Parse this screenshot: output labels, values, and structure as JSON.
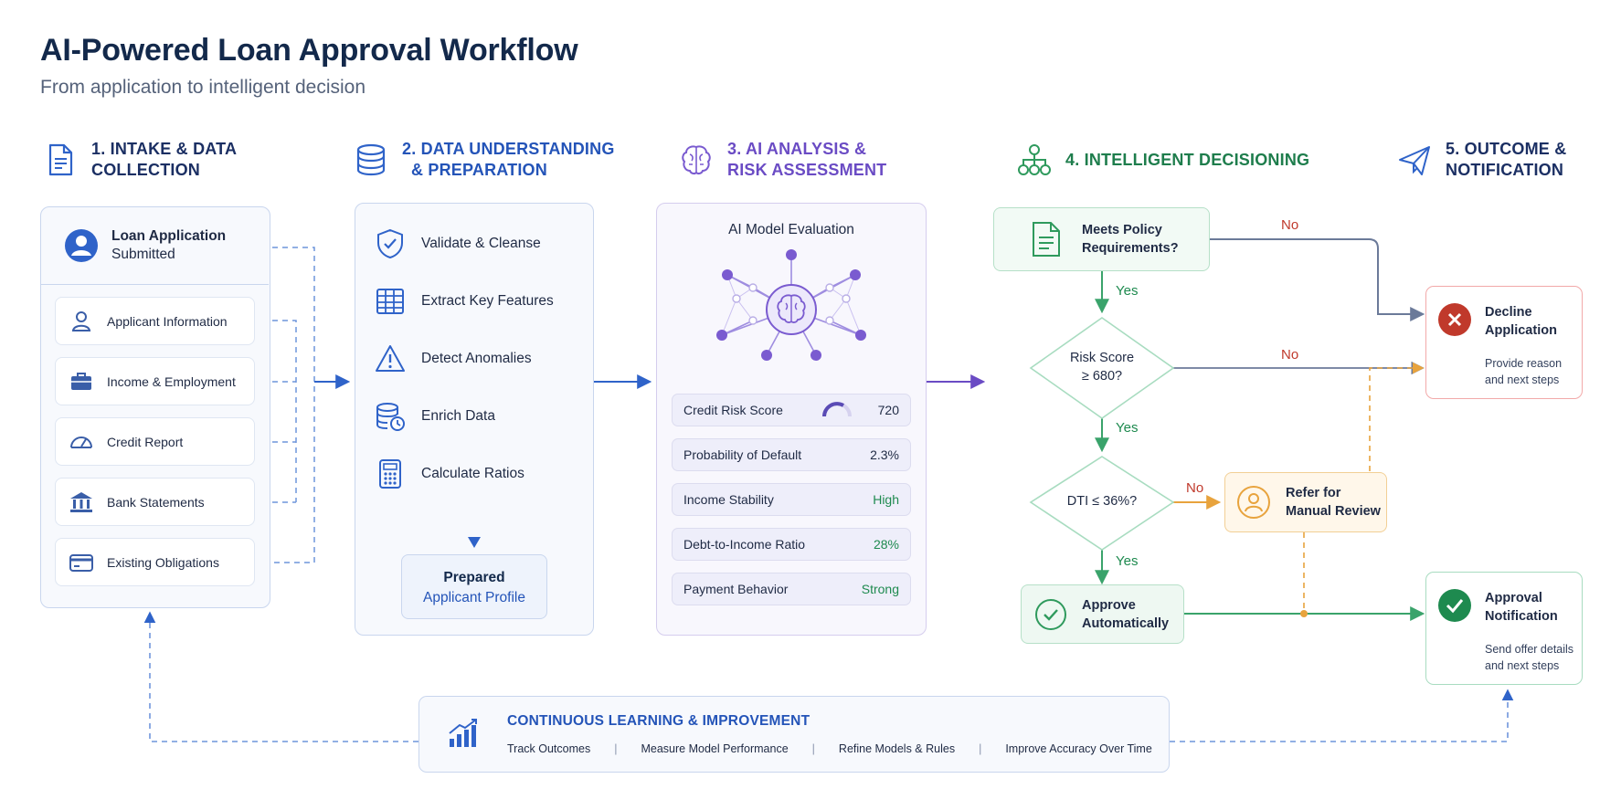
{
  "header": {
    "title": "AI-Powered Loan Approval Workflow",
    "subtitle": "From application to intelligent decision"
  },
  "stages": {
    "s1": {
      "line1": "1. INTAKE & DATA",
      "line2": "COLLECTION",
      "icon": "document-icon"
    },
    "s2": {
      "line1": "2. DATA UNDERSTANDING",
      "line2": "& PREPARATION",
      "icon": "database-icon"
    },
    "s3": {
      "line1": "3. AI ANALYSIS &",
      "line2": "RISK ASSESSMENT",
      "icon": "brain-icon"
    },
    "s4": {
      "line1": "4. INTELLIGENT DECISIONING",
      "icon": "hierarchy-icon"
    },
    "s5": {
      "line1": "5. OUTCOME &",
      "line2": "NOTIFICATION",
      "icon": "paper-plane-icon"
    }
  },
  "intake": {
    "submitted_line1": "Loan Application",
    "submitted_line2": "Submitted",
    "items": [
      {
        "label": "Applicant Information",
        "icon": "person-icon"
      },
      {
        "label": "Income & Employment",
        "icon": "briefcase-icon"
      },
      {
        "label": "Credit Report",
        "icon": "gauge-icon"
      },
      {
        "label": "Bank Statements",
        "icon": "bank-icon"
      },
      {
        "label": "Existing Obligations",
        "icon": "card-icon"
      }
    ]
  },
  "prep": {
    "steps": [
      {
        "label": "Validate & Cleanse",
        "icon": "shield-check-icon"
      },
      {
        "label": "Extract Key Features",
        "icon": "table-icon"
      },
      {
        "label": "Detect Anomalies",
        "icon": "warning-icon"
      },
      {
        "label": "Enrich Data",
        "icon": "database-clock-icon"
      },
      {
        "label": "Calculate Ratios",
        "icon": "calculator-icon"
      }
    ],
    "profile_line1": "Prepared",
    "profile_line2": "Applicant Profile"
  },
  "analysis": {
    "title": "AI Model Evaluation",
    "metrics": [
      {
        "label": "Credit Risk Score",
        "value": "720",
        "color": "#1f2a44"
      },
      {
        "label": "Probability of Default",
        "value": "2.3%",
        "color": "#1f2a44"
      },
      {
        "label": "Income Stability",
        "value": "High",
        "color": "#1e8a4f"
      },
      {
        "label": "Debt-to-Income Ratio",
        "value": "28%",
        "color": "#1e8a4f"
      },
      {
        "label": "Payment Behavior",
        "value": "Strong",
        "color": "#1e8a4f"
      }
    ]
  },
  "decision": {
    "policy_line1": "Meets Policy",
    "policy_line2": "Requirements?",
    "risk_line1": "Risk Score",
    "risk_line2": "≥ 680?",
    "dti": "DTI ≤ 36%?",
    "approve_line1": "Approve",
    "approve_line2": "Automatically",
    "refer_line1": "Refer for",
    "refer_line2": "Manual Review",
    "yes": "Yes",
    "no": "No"
  },
  "outcome": {
    "decline_line1": "Decline",
    "decline_line2": "Application",
    "decline_note1": "Provide reason",
    "decline_note2": "and next steps",
    "approval_line1": "Approval",
    "approval_line2": "Notification",
    "approval_note1": "Send offer details",
    "approval_note2": "and next steps"
  },
  "learning": {
    "title": "CONTINUOUS LEARNING & IMPROVEMENT",
    "items": [
      "Track Outcomes",
      "Measure Model Performance",
      "Refine Models & Rules",
      "Improve Accuracy Over Time"
    ]
  },
  "colors": {
    "navy": "#13294b",
    "blue": "#2454b8",
    "purple": "#6a4bc4",
    "green": "#1e8a4f",
    "red": "#c0392b",
    "orange": "#e8a33d"
  }
}
